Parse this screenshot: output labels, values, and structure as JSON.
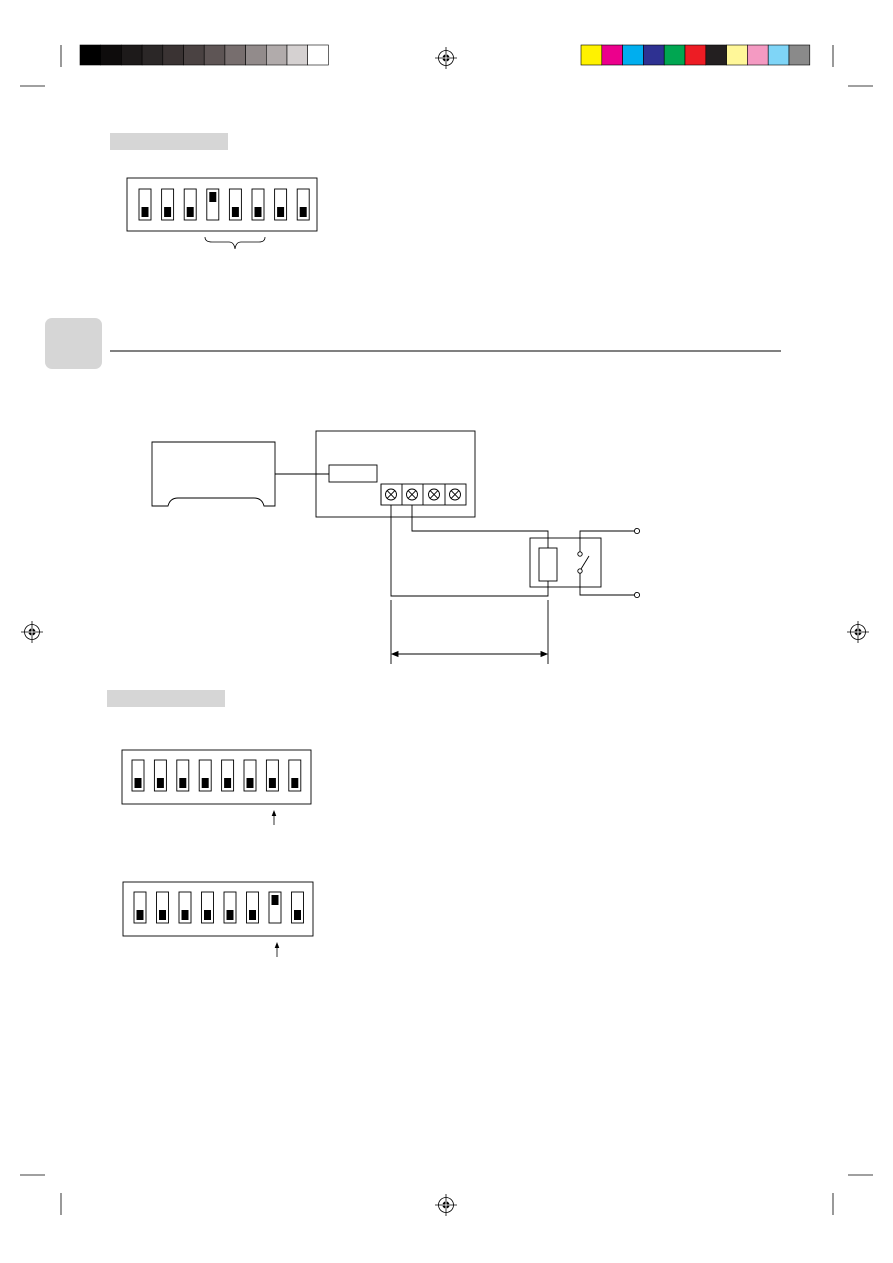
{
  "color_bars": {
    "grayscale": [
      "#000000",
      "#0e0c0c",
      "#1d1a1a",
      "#2b2727",
      "#3a3333",
      "#4a4242",
      "#5e5555",
      "#776e6e",
      "#928b8b",
      "#b1abab",
      "#d5d1d1",
      "#ffffff"
    ],
    "process": [
      "#fff200",
      "#ec008c",
      "#00aeef",
      "#2e3192",
      "#00a651",
      "#ed1c24",
      "#231f20",
      "#fff799",
      "#f49ac2",
      "#7fd5f7",
      "#8a8a8a"
    ]
  },
  "section_label_bar_color": "#d6d6d6",
  "chapter_tab_color": "#d6d6d6",
  "switch_block_1": {
    "positions": [
      "down",
      "down",
      "down",
      "up",
      "down",
      "down",
      "down",
      "down"
    ]
  },
  "switch_block_2": {
    "positions": [
      "down",
      "down",
      "down",
      "down",
      "down",
      "down",
      "down",
      "down"
    ]
  },
  "switch_block_3": {
    "positions": [
      "down",
      "down",
      "down",
      "down",
      "down",
      "down",
      "up",
      "down"
    ]
  }
}
